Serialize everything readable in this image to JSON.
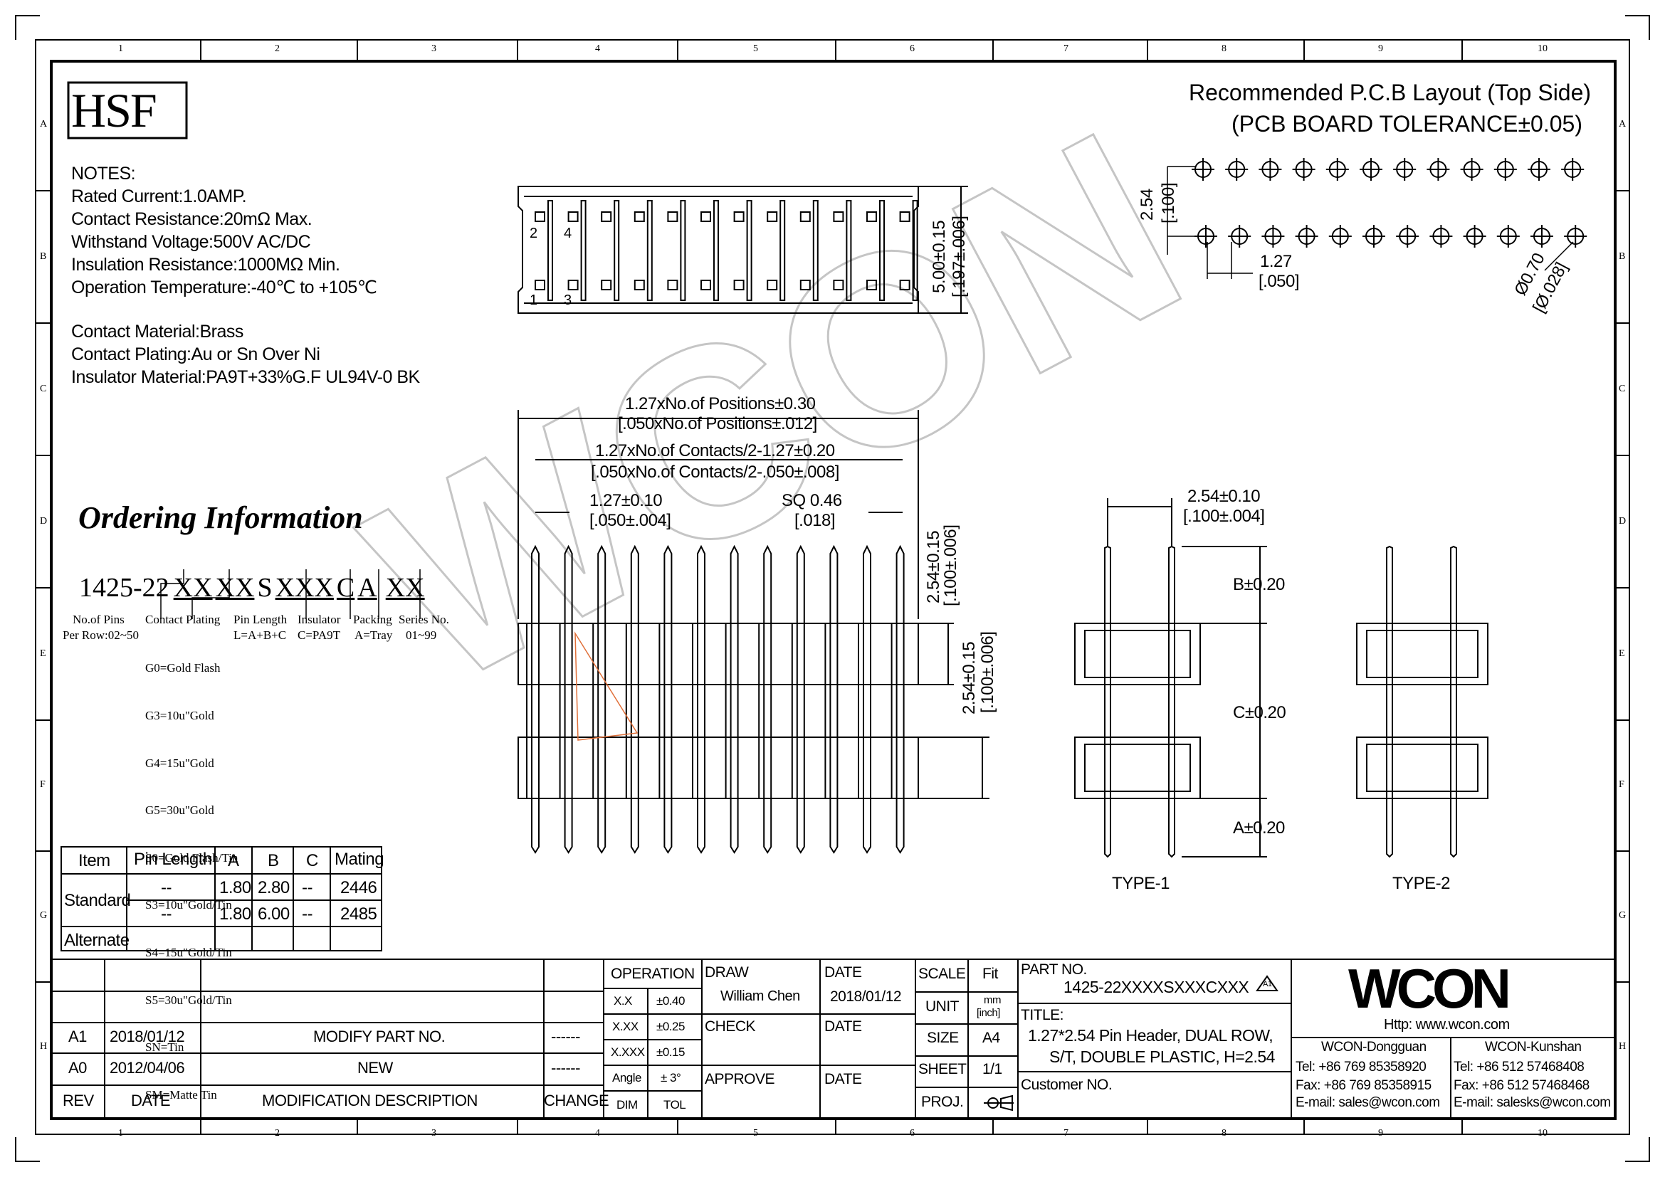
{
  "logo": "HSF",
  "notes": {
    "heading": "NOTES:",
    "lines": [
      "Rated Current:1.0AMP.",
      "Contact Resistance:20mΩ Max.",
      "Withstand Voltage:500V AC/DC",
      "Insulation Resistance:1000MΩ Min.",
      "Operation Temperature:-40℃ to +105℃"
    ],
    "materials": [
      "Contact Material:Brass",
      "Contact Plating:Au or Sn Over Ni",
      "Insulator Material:PA9T+33%G.F UL94V-0 BK"
    ]
  },
  "pcb_layout": {
    "title": "Recommended P.C.B Layout (Top Side)",
    "subtitle": "(PCB BOARD TOLERANCE±0.05)",
    "pitch_v": "2.54",
    "pitch_v_in": "[.100]",
    "pitch_h": "1.27",
    "pitch_h_in": "[.050]",
    "hole": "Ø0.70",
    "hole_in": "[Ø.028]"
  },
  "top_view": {
    "pin_labels": [
      "2",
      "4",
      "1",
      "3"
    ],
    "height": "5.00±0.15",
    "height_in": "[.197±.006]"
  },
  "front_view": {
    "dim1": "1.27xNo.of Positions±0.30",
    "dim1_in": "[.050xNo.of Positions±.012]",
    "dim2": "1.27xNo.of Contacts/2-1.27±0.20",
    "dim2_in": "[.050xNo.of Contacts/2-.050±.008]",
    "dim3": "1.27±0.10",
    "dim3_in": "[.050±.004]",
    "dim4": "SQ 0.46",
    "dim4_in": "[.018]",
    "dim5": "2.54±0.15",
    "dim5_in": "[.100±.006]",
    "dim6": "2.54±0.15",
    "dim6_in": "[.100±.006]"
  },
  "side_view": {
    "pitch": "2.54±0.10",
    "pitch_in": "[.100±.004]",
    "b": "B±0.20",
    "c": "C±0.20",
    "a": "A±0.20",
    "type1": "TYPE-1",
    "type2": "TYPE-2"
  },
  "watermark": "WCON",
  "ordering": {
    "title": "Ordering Information",
    "code_prefix": "1425-22",
    "code_parts": [
      "XX",
      "XX",
      "S",
      "XXX",
      "C",
      "A",
      "XX"
    ],
    "cols": [
      {
        "head": "No.of Pins",
        "lines": [
          "Per Row:02~50"
        ]
      },
      {
        "head": "Contact Plating",
        "lines": [
          "G0=Gold Flash",
          "G3=10u\"Gold",
          "G4=15u\"Gold",
          "G5=30u\"Gold",
          "S0=Gold Flash/Tin",
          "S3=10u\"Gold/Tin",
          "S4=15u\"Gold/Tin",
          "S5=30u\"Gold/Tin",
          "SN=Tin",
          "SM=Matte Tin"
        ]
      },
      {
        "head": "Pin Length",
        "lines": [
          "L=A+B+C"
        ]
      },
      {
        "head": "Insulator",
        "lines": [
          "C=PA9T"
        ]
      },
      {
        "head": "Packing",
        "lines": [
          "A=Tray"
        ]
      },
      {
        "head": "Series No.",
        "lines": [
          "01~99"
        ]
      }
    ]
  },
  "item_table": {
    "headers": [
      "Item",
      "Pin Length",
      "A",
      "B",
      "C",
      "Mating"
    ],
    "standard": "Standard",
    "rows": [
      [
        "--",
        "1.80",
        "2.80",
        "--",
        "2446"
      ],
      [
        "--",
        "1.80",
        "6.00",
        "--",
        "2485"
      ]
    ],
    "alternate": "Alternate"
  },
  "title_block": {
    "revisions": [
      {
        "rev": "A1",
        "date": "2018/01/12",
        "desc": "MODIFY PART NO.",
        "change": "------"
      },
      {
        "rev": "A0",
        "date": "2012/04/06",
        "desc": "NEW",
        "change": "------"
      }
    ],
    "rev_head": "REV",
    "date_head": "DATE",
    "desc_head": "MODIFICATION DESCRIPTION",
    "change_head": "CHANGE",
    "operation": "OPERATION",
    "tolerances": [
      [
        "X.X",
        "±0.40"
      ],
      [
        "X.XX",
        "±0.25"
      ],
      [
        "X.XXX",
        "±0.15"
      ],
      [
        "Angle",
        "± 3°"
      ]
    ],
    "dim": "DIM",
    "tol": "TOL",
    "draw": "DRAW",
    "drawer": "William Chen",
    "date": "DATE",
    "draw_date": "2018/01/12",
    "check": "CHECK",
    "approve": "APPROVE",
    "scale": "SCALE",
    "scale_val": "Fit",
    "unit": "UNIT",
    "unit_val": "mm",
    "unit_val2": "[inch]",
    "size": "SIZE",
    "size_val": "A4",
    "sheet": "SHEET",
    "sheet_val": "1/1",
    "proj": "PROJ.",
    "part_no_label": "PART NO.",
    "part_no": "1425-22XXXXSXXXCXXX",
    "rev_mark": "A1",
    "title_label": "TITLE:",
    "title_line1": "1.27*2.54 Pin Header, DUAL ROW,",
    "title_line2": "S/T, DOUBLE PLASTIC, H=2.54",
    "customer_no": "Customer NO.",
    "company": "WCON",
    "http": "Http: www.wcon.com",
    "dg": {
      "name": "WCON-Dongguan",
      "tel": "Tel: +86 769 85358920",
      "fax": "Fax: +86 769 85358915",
      "email": "E-mail: sales@wcon.com"
    },
    "ks": {
      "name": "WCON-Kunshan",
      "tel": "Tel: +86 512 57468408",
      "fax": "Fax: +86 512 57468468",
      "email": "E-mail: salesks@wcon.com"
    }
  },
  "zones": {
    "cols": [
      "1",
      "2",
      "3",
      "4",
      "5",
      "6",
      "7",
      "8",
      "9",
      "10"
    ],
    "rows": [
      "A",
      "B",
      "C",
      "D",
      "E",
      "F",
      "G",
      "H"
    ]
  }
}
